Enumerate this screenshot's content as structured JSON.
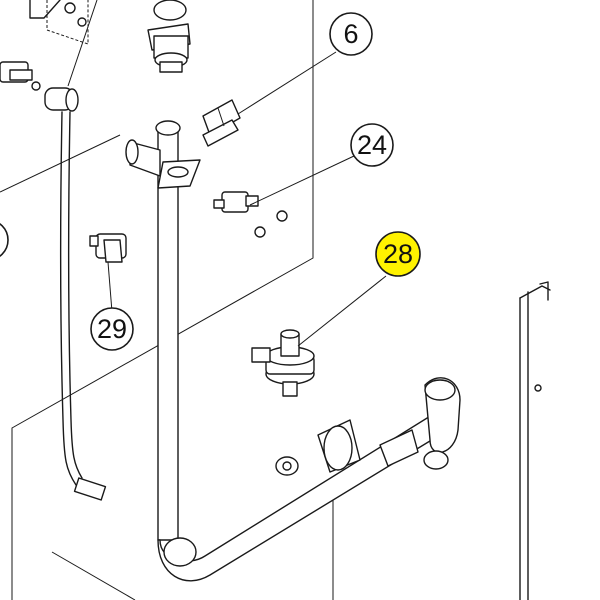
{
  "highlight_color": "#fff200",
  "callouts": [
    {
      "id": "c6",
      "label": "6",
      "highlighted": false
    },
    {
      "id": "c24",
      "label": "24",
      "highlighted": false
    },
    {
      "id": "c28",
      "label": "28",
      "highlighted": true
    },
    {
      "id": "c29",
      "label": "29",
      "highlighted": false
    }
  ]
}
